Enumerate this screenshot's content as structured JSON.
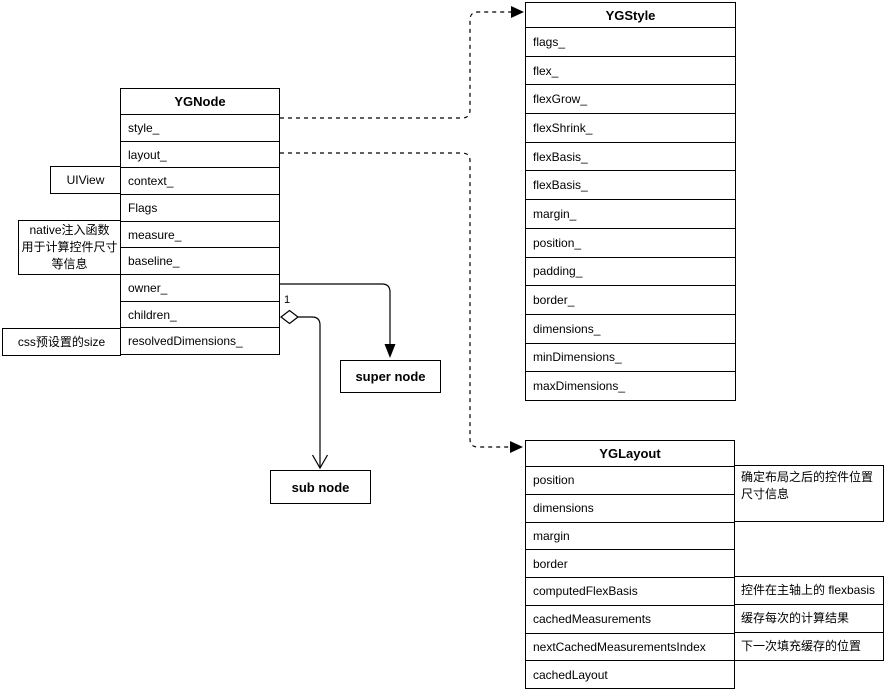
{
  "diagram": {
    "ygnode": {
      "title": "YGNode",
      "rows": [
        "style_",
        "layout_",
        "context_",
        "Flags",
        "measure_",
        "baseline_",
        "owner_",
        "children_",
        "resolvedDimensions_"
      ]
    },
    "ygstyle": {
      "title": "YGStyle",
      "rows": [
        "flags_",
        "flex_",
        "flexGrow_",
        "flexShrink_",
        "flexBasis_",
        "flexBasis_",
        "margin_",
        "position_",
        "padding_",
        "border_",
        "dimensions_",
        "minDimensions_",
        "maxDimensions_"
      ]
    },
    "yglayout": {
      "title": "YGLayout",
      "rows": [
        "position",
        "dimensions",
        "margin",
        "border",
        "computedFlexBasis",
        "cachedMeasurements",
        "nextCachedMeasurementsIndex",
        "cachedLayout"
      ]
    },
    "notes": {
      "uiview": "UIView",
      "native": "native注入函数\n用于计算控件尺寸\n等信息",
      "css": "css预设置的size",
      "layout_position": "确定布局之后的控件位置\n尺寸信息",
      "layout_flexbasis": "控件在主轴上的 flexbasis",
      "layout_cached": "缓存每次的计算结果",
      "layout_next": "下一次填充缓存的位置"
    },
    "nodes": {
      "super_node": "super node",
      "sub_node": "sub node"
    },
    "labels": {
      "multiplicity_one": "1"
    },
    "colors": {
      "stroke": "#000000",
      "background": "#ffffff",
      "text": "#000000"
    }
  }
}
